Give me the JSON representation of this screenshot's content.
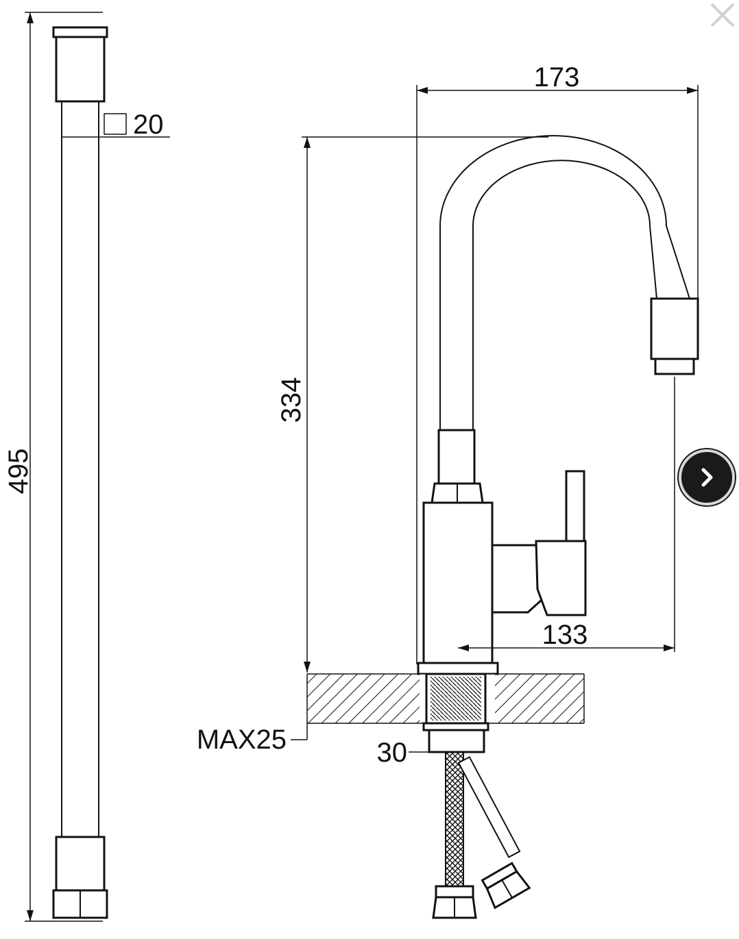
{
  "drawing": {
    "hose_length": "495",
    "hose_size": "20",
    "reach": "173",
    "height": "334",
    "spout_to_base": "133",
    "max_thickness": "MAX25",
    "thread": "30"
  },
  "controls": {
    "next_icon": "chevron-right-icon",
    "close_icon": "close-icon"
  },
  "colors": {
    "line": "#111111",
    "button": "#1a1a1a"
  }
}
